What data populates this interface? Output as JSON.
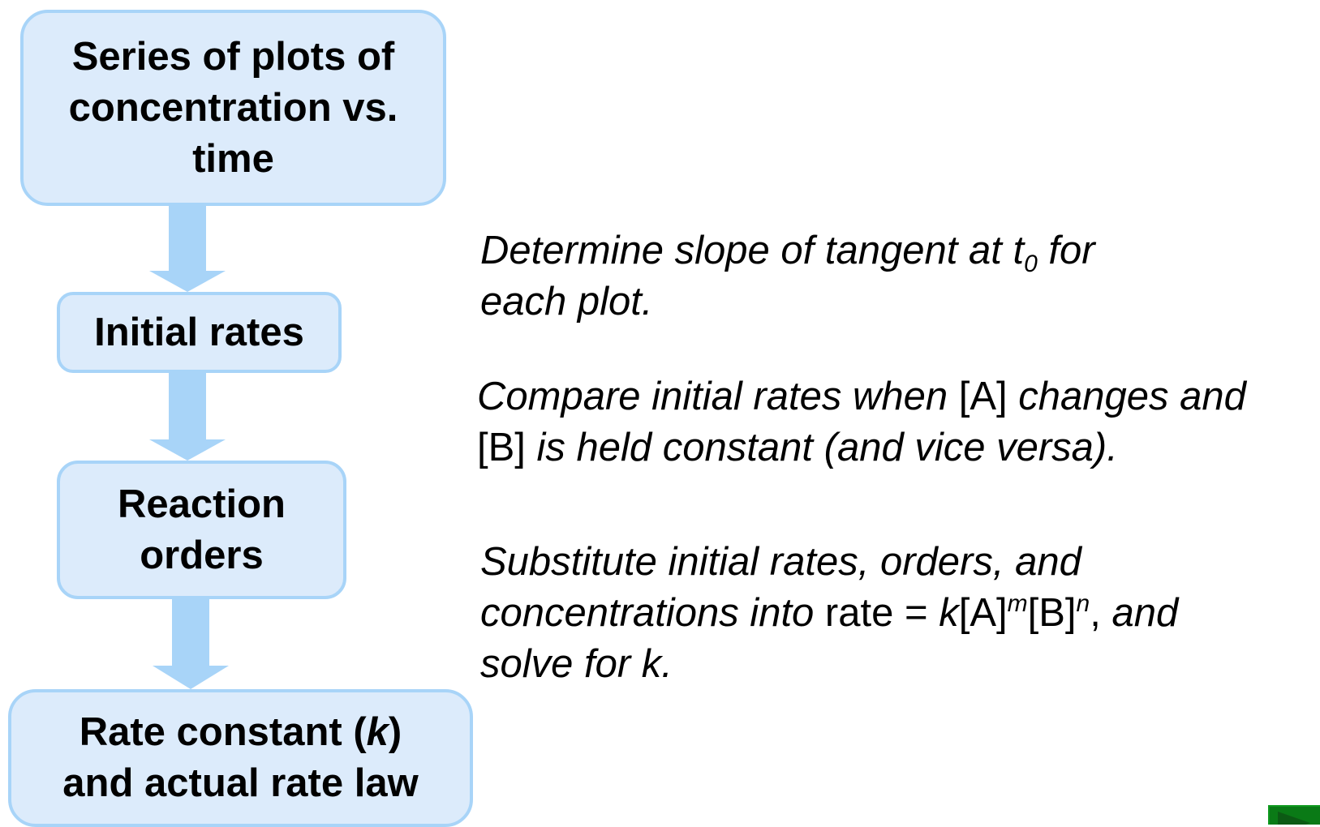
{
  "flowchart": {
    "steps": [
      {
        "line1": "Series of plots of",
        "line2": "concentration vs.",
        "line3": "time"
      },
      {
        "line1": "Initial rates"
      },
      {
        "line1": "Reaction",
        "line2": "orders"
      },
      {
        "line1_pre": "Rate constant (",
        "line1_k": "k",
        "line1_post": ")",
        "line2": "and actual rate law"
      }
    ]
  },
  "notes": {
    "note1": {
      "pre": "Determine slope of tangent at t",
      "sub": "0",
      "post": " for",
      "line2": "each plot."
    },
    "note2": {
      "a": "Compare initial rates when ",
      "b": "[A]",
      "c": " changes and",
      "d": "[B]",
      "e": " is held constant (and vice versa)."
    },
    "note3": {
      "line1": "Substitute initial rates, orders, and",
      "line2_a": "concentrations into ",
      "line2_b": "rate = ",
      "line2_k": "k",
      "line2_c": "[A]",
      "line2_m": "m",
      "line2_d": "[B]",
      "line2_n": "n",
      "line2_e": ",",
      "line2_f": " and",
      "line3": "solve for k."
    }
  },
  "colors": {
    "box_fill": "#dcebfb",
    "box_border": "#a8d4f8",
    "arrow": "#a8d4f8",
    "nav_button": "#0a7a16"
  },
  "icons": {
    "nav": "next-slide-icon"
  }
}
